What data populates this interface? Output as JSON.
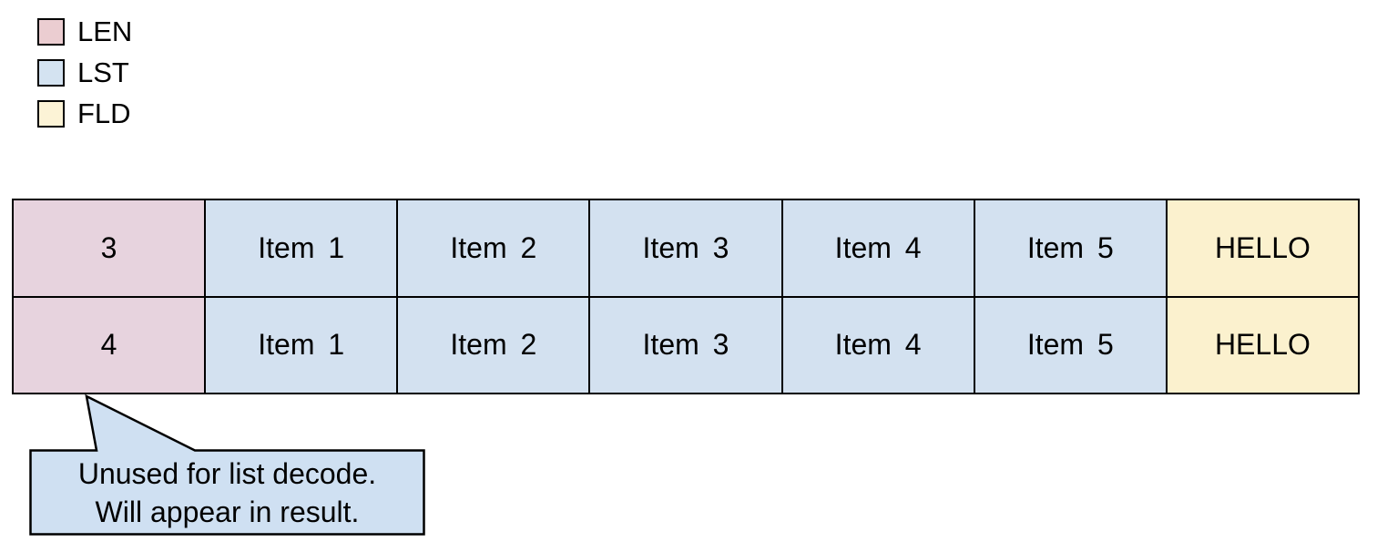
{
  "canvas": {
    "background": "#ffffff"
  },
  "legend": {
    "items": [
      {
        "id": "len",
        "label": "LEN",
        "color": "#ebcdd1"
      },
      {
        "id": "lst",
        "label": "LST",
        "color": "#d4e3f1"
      },
      {
        "id": "fld",
        "label": "FLD",
        "color": "#fcf3d6"
      }
    ]
  },
  "table": {
    "colors": {
      "len": "#e7d3de",
      "lst": "#d3e1f0",
      "fld": "#fbf1ce",
      "border": "#000000"
    },
    "rows": [
      {
        "len": "3",
        "items": [
          "Item 1",
          "Item 2",
          "Item 3",
          "Item 4",
          "Item 5"
        ],
        "fld": "HELLO"
      },
      {
        "len": "4",
        "items": [
          "Item 1",
          "Item 2",
          "Item 3",
          "Item 4",
          "Item 5"
        ],
        "fld": "HELLO"
      }
    ]
  },
  "callout": {
    "fill": "#cfe0f2",
    "border": "#000000",
    "lines": [
      "Unused for list decode.",
      "Will appear in result."
    ]
  }
}
